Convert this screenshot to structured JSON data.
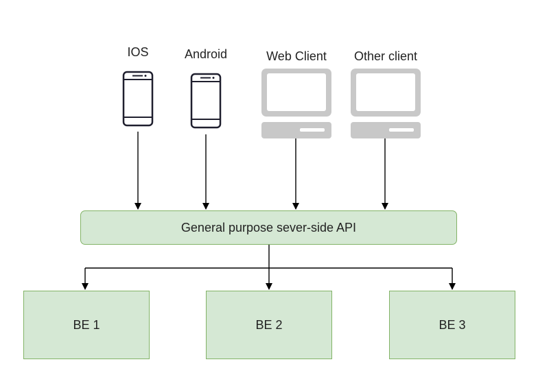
{
  "clients": [
    {
      "label": "IOS",
      "icon": "phone-icon"
    },
    {
      "label": "Android",
      "icon": "phone-icon"
    },
    {
      "label": "Web Client",
      "icon": "desktop-computer-icon"
    },
    {
      "label": "Other client",
      "icon": "desktop-computer-icon"
    }
  ],
  "api": {
    "label": "General purpose sever-side API"
  },
  "backends": [
    {
      "label": "BE 1"
    },
    {
      "label": "BE 2"
    },
    {
      "label": "BE 3"
    }
  ],
  "colors": {
    "box_fill": "#d5e8d4",
    "box_stroke": "#82b366",
    "phone_stroke": "#1f1f2e",
    "monitor_stroke": "#c8c8c8",
    "arrow": "#000000"
  }
}
